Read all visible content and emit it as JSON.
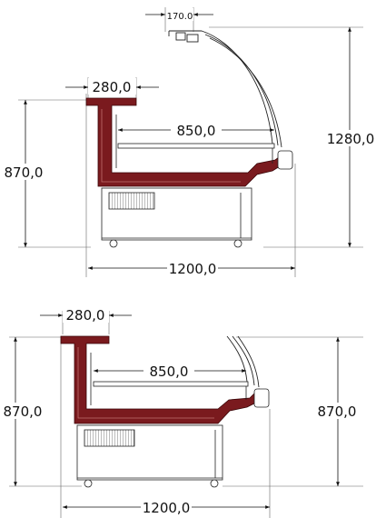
{
  "top_drawing": {
    "glass_offset": "170.0",
    "shelf_depth": "280,0",
    "display_depth": "850,0",
    "total_height": "1280,0",
    "counter_height": "870,0",
    "total_width": "1200,0"
  },
  "bottom_drawing": {
    "shelf_depth": "280,0",
    "display_depth": "850,0",
    "counter_height_left": "870,0",
    "counter_height_right": "870,0",
    "total_width": "1200,0"
  },
  "colors": {
    "body_fill": "#7a1a1e",
    "line": "#222222",
    "background": "#ffffff"
  }
}
